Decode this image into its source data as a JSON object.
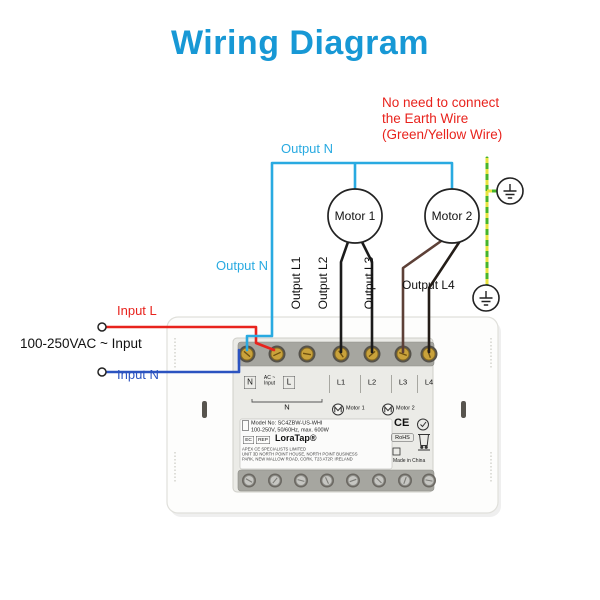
{
  "title": "Wiring Diagram",
  "note": {
    "text": "No need to connect\nthe Earth Wire\n(Green/Yellow Wire)"
  },
  "labels": {
    "output_n_top": "Output N",
    "output_n_left": "Output N",
    "motor1": "Motor 1",
    "motor2": "Motor 2",
    "output_l1": "Output L1",
    "output_l2": "Output L2",
    "output_l3": "Output L3",
    "output_l4": "Output L4",
    "input_l": "Input L",
    "vac_input": "100-250VAC ~ Input",
    "input_n": "Input N"
  },
  "device": {
    "terminals": {
      "n": "N",
      "ac_input": "AC ~\nInput",
      "l": "L",
      "l1": "L1",
      "l2": "L2",
      "l3": "L3",
      "l4": "L4",
      "n_bottom": "N"
    },
    "motor1_tag": "Motor 1",
    "motor2_tag": "Motor 2",
    "label": {
      "model": "Model No: SC4ZBW-US-WHI",
      "power": "100-250V, 50/60Hz, max. 600W",
      "ec": "EC",
      "rep": "REP",
      "brand": "LoraTap®",
      "address": "APEX CE SPECIALISTS LIMITED\nUNIT 3D NORTH POINT HOUSE, NORTH POINT BUSINESS\nPARK, NEW MALLOW ROAD, CORK, T23 AT2P, IRELAND",
      "ce": "CE",
      "rohs": "RoHS",
      "made_in": "Made in China"
    }
  },
  "colors": {
    "title_blue": "#1798d5",
    "note_red": "#e8231d",
    "wire_red": "#e8231d",
    "wire_blue": "#2b53c0",
    "wire_cyan": "#29aae1",
    "wire_black": "#1b1b1b",
    "wire_brown": "#5d4037",
    "wire_green": "#47b42a",
    "wire_yellow": "#e8e33e",
    "brass_screw": "#c9a23b"
  }
}
